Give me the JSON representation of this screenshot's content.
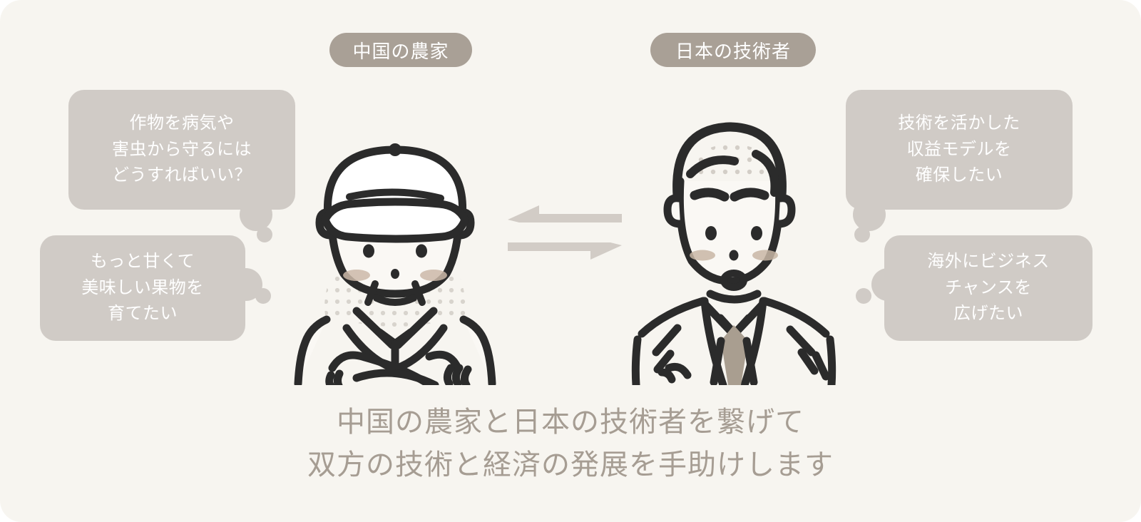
{
  "canvas": {
    "background_color": "#f7f5f0",
    "bubble_color": "#d0cbc6",
    "pill_color": "#a9a096",
    "caption_color": "#a69d93",
    "ink_color": "#2b2b2b",
    "tie_color": "#a99e90"
  },
  "roles": {
    "farmer_label": "中国の農家",
    "engineer_label": "日本の技術者"
  },
  "farmer_thoughts": [
    {
      "lines": [
        "作物を病気や",
        "害虫から守るには",
        "どうすればいい？"
      ]
    },
    {
      "lines": [
        "もっと甘くて",
        "美味しい果物を",
        "育てたい"
      ]
    }
  ],
  "engineer_thoughts": [
    {
      "lines": [
        "技術を活かした",
        "収益モデルを",
        "確保したい"
      ]
    },
    {
      "lines": [
        "海外にビジネス",
        "チャンスを",
        "広げたい"
      ]
    }
  ],
  "arrows": {
    "top_icon": "arrow-left-icon",
    "bottom_icon": "arrow-right-icon"
  },
  "illustrations": {
    "farmer_icon": "farmer-avatar-icon",
    "engineer_icon": "engineer-avatar-icon"
  },
  "caption": {
    "line1": "中国の農家と日本の技術者を繋げて",
    "line2": "双方の技術と経済の発展を手助けします"
  }
}
